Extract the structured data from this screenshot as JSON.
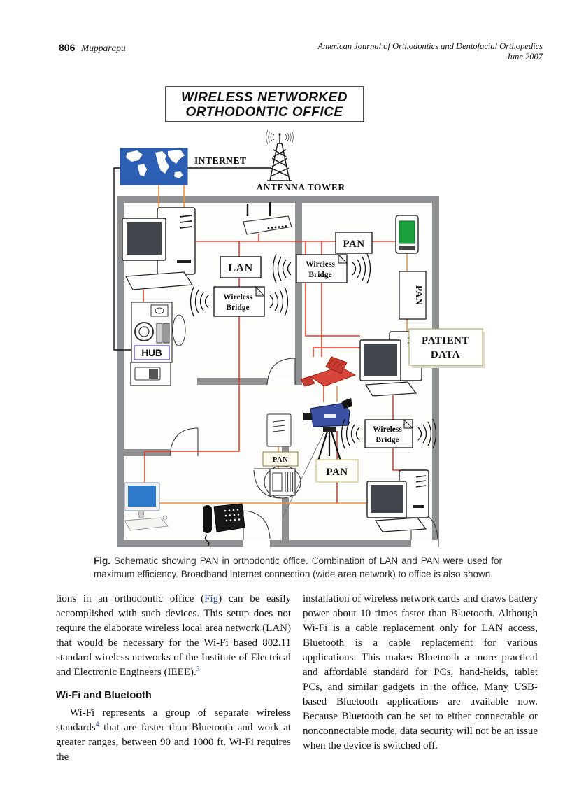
{
  "header": {
    "page_number": "806",
    "author": "Mupparapu",
    "journal_line1": "American Journal of Orthodontics and Dentofacial Orthopedics",
    "journal_line2": "June 2007"
  },
  "figure": {
    "title": [
      "WIRELESS NETWORKED",
      "ORTHODONTIC OFFICE"
    ],
    "internet_label": "INTERNET",
    "antenna_label": "ANTENNA TOWER",
    "lan_label": "LAN",
    "pan_label": "PAN",
    "wireless_bridge": {
      "line1": "Wireless",
      "line2": "Bridge"
    },
    "patient_data": [
      "PATIENT",
      "DATA"
    ],
    "hub_label": "HUB",
    "colors": {
      "map_blue": "#2c5fb3",
      "pda_green": "#1ba23e",
      "chair_red": "#d8453a",
      "camera_blue": "#3c50a4",
      "line_red": "#e8392b",
      "line_orange": "#f28f3e",
      "wall_gray": "#8f9091",
      "link_blue": "#2b4da0"
    }
  },
  "caption": {
    "label": "Fig.",
    "text": " Schematic showing PAN in orthodontic office. Combination of LAN and PAN were used for maximum efficiency. Broadband Internet connection (wide area network) to office is also shown."
  },
  "article": {
    "para1": {
      "pre": "tions in an orthodontic office (",
      "fig_link": "Fig",
      "post": ") can be easily accomplished with such devices. This setup does not require the elaborate wireless local area network (LAN) that would be necessary for the Wi-Fi based 802.11 standard wireless networks of the Institute of Electrical and Electronic Engineers (IEEE).",
      "ref": "3"
    },
    "heading": "Wi-Fi and Bluetooth",
    "para2": {
      "pre": "Wi-Fi represents a group of separate wireless standards",
      "ref": "4",
      "post": " that are faster than Bluetooth and work at greater ranges, between 90 and 1000 ft. Wi-Fi requires the"
    },
    "para3": "installation of wireless network cards and draws battery power about 10 times faster than Bluetooth. Although Wi-Fi is a cable replacement only for LAN access, Bluetooth is a cable replacement for various applications. This makes Bluetooth a more practical and affordable standard for PCs, hand-helds, tablet PCs, and similar gadgets in the office. Many USB-based Bluetooth applications are available now. Because Bluetooth can be set to either connectable or nonconnectable mode, data security will not be an issue when the device is switched off."
  }
}
